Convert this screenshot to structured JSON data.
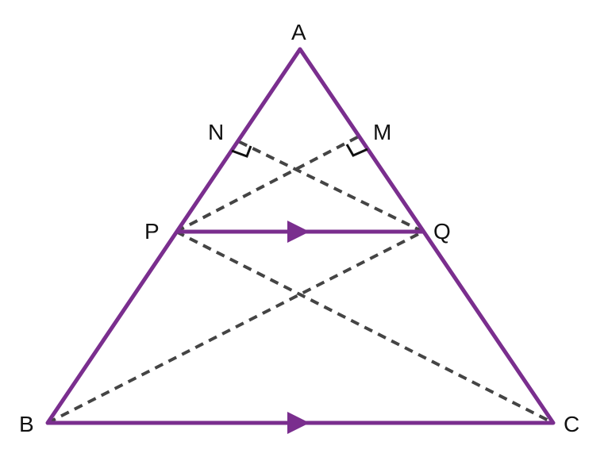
{
  "diagram": {
    "colors": {
      "solid": "#7a2e8e",
      "dashed": "#444444",
      "mark": "#111111"
    },
    "labels": {
      "A": "A",
      "B": "B",
      "C": "C",
      "P": "P",
      "Q": "Q",
      "M": "M",
      "N": "N"
    }
  }
}
